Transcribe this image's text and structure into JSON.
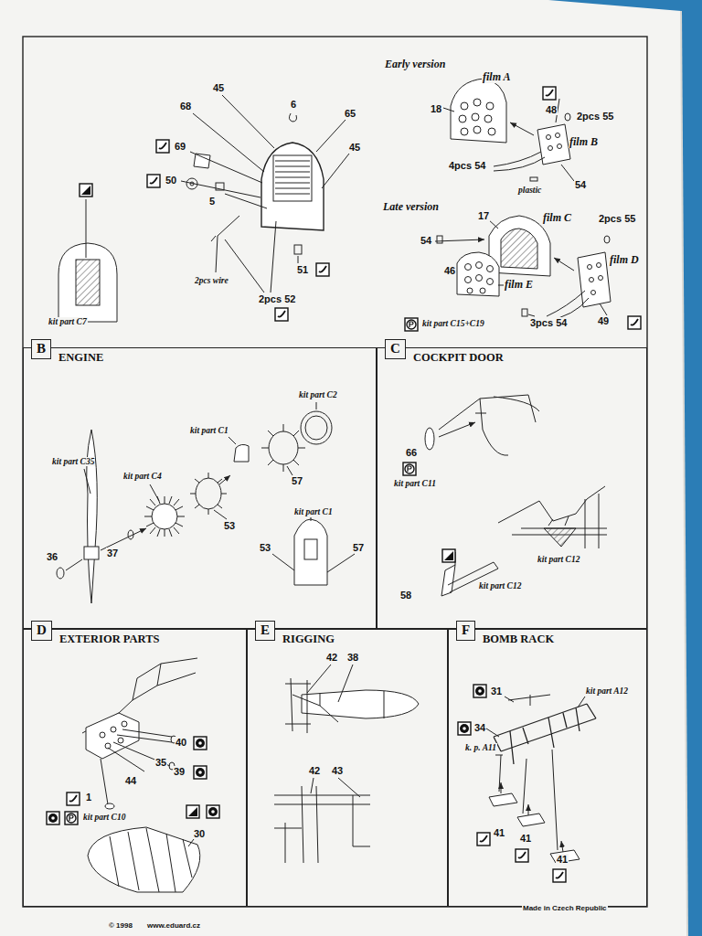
{
  "diagram": {
    "nodes": [
      {
        "text": [
          "ENGINE"
        ]
      },
      {
        "text": [
          "B"
        ],
        "in": 0
      },
      {
        "text": [
          "COCKPIT DOOR"
        ]
      },
      {
        "text": [
          "C"
        ],
        "in": 2
      },
      {
        "text": [
          "EXTERIOR PARTS"
        ]
      },
      {
        "text": [
          "D"
        ],
        "in": 4
      },
      {
        "text": [
          "RIGGING"
        ]
      },
      {
        "text": [
          "E"
        ],
        "in": 6
      },
      {
        "text": [
          "BOMB RACK"
        ]
      },
      {
        "text": [
          "F"
        ],
        "in": 8
      }
    ],
    "labels": [
      "45",
      "68",
      "6",
      "65",
      "45",
      "69",
      "50",
      "5",
      "2pcs wire",
      "2pcs 52",
      "51",
      "kit part C7",
      "Early version",
      "film A",
      "18",
      "48",
      "2pcs 55",
      "film B",
      "4pcs 54",
      "54",
      "plastic",
      "Late version",
      "17",
      "film C",
      "2pcs 55",
      "54",
      "film D",
      "46",
      "film E",
      "3pcs 54",
      "49",
      "kit part C15+C19",
      "kit part C2",
      "kit part C1",
      "57",
      "kit part C35",
      "kit part C4",
      "53",
      "kit part C1",
      "53",
      "57",
      "36",
      "37",
      "66",
      "kit part C11",
      "kit part C12",
      "kit part C12",
      "58",
      "40",
      "35",
      "39",
      "44",
      "1",
      "kit part C10",
      "30",
      "42",
      "38",
      "42",
      "43",
      "31",
      "kit part A12",
      "34",
      "k. p. A11",
      "41",
      "41",
      "41",
      "Made in Czech Republic",
      "© 1998",
      "www.eduard.cz"
    ]
  }
}
